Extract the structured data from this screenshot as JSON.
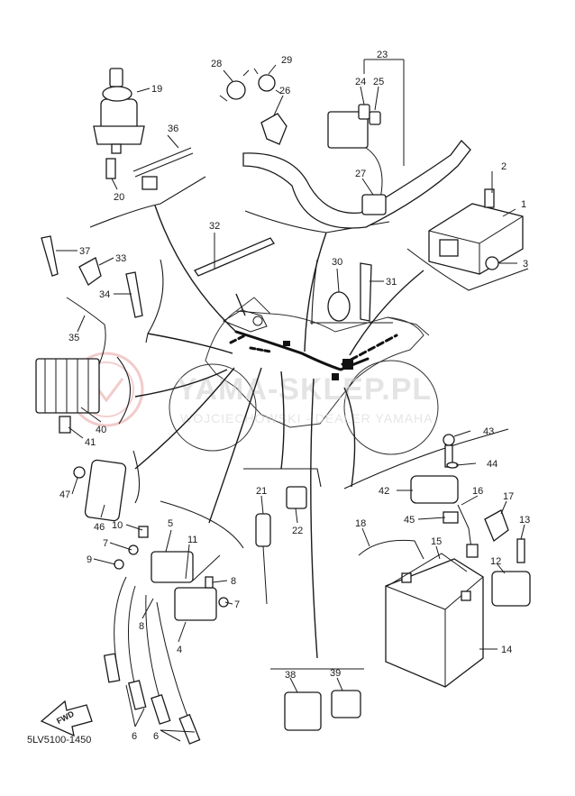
{
  "diagram": {
    "parts": [
      {
        "id": "1",
        "label": "1"
      },
      {
        "id": "2",
        "label": "2"
      },
      {
        "id": "3",
        "label": "3"
      },
      {
        "id": "4",
        "label": "4"
      },
      {
        "id": "5",
        "label": "5"
      },
      {
        "id": "6a",
        "label": "6"
      },
      {
        "id": "6b",
        "label": "6"
      },
      {
        "id": "7a",
        "label": "7"
      },
      {
        "id": "7b",
        "label": "7"
      },
      {
        "id": "8a",
        "label": "8"
      },
      {
        "id": "8b",
        "label": "8"
      },
      {
        "id": "9",
        "label": "9"
      },
      {
        "id": "10",
        "label": "10"
      },
      {
        "id": "11",
        "label": "11"
      },
      {
        "id": "12",
        "label": "12"
      },
      {
        "id": "13",
        "label": "13"
      },
      {
        "id": "14",
        "label": "14"
      },
      {
        "id": "15",
        "label": "15"
      },
      {
        "id": "16",
        "label": "16"
      },
      {
        "id": "17",
        "label": "17"
      },
      {
        "id": "18",
        "label": "18"
      },
      {
        "id": "19",
        "label": "19"
      },
      {
        "id": "20",
        "label": "20"
      },
      {
        "id": "21",
        "label": "21"
      },
      {
        "id": "22",
        "label": "22"
      },
      {
        "id": "23",
        "label": "23"
      },
      {
        "id": "24",
        "label": "24"
      },
      {
        "id": "25",
        "label": "25"
      },
      {
        "id": "26",
        "label": "26"
      },
      {
        "id": "27",
        "label": "27"
      },
      {
        "id": "28",
        "label": "28"
      },
      {
        "id": "29",
        "label": "29"
      },
      {
        "id": "30",
        "label": "30"
      },
      {
        "id": "31",
        "label": "31"
      },
      {
        "id": "32",
        "label": "32"
      },
      {
        "id": "33",
        "label": "33"
      },
      {
        "id": "34",
        "label": "34"
      },
      {
        "id": "35",
        "label": "35"
      },
      {
        "id": "36",
        "label": "36"
      },
      {
        "id": "37",
        "label": "37"
      },
      {
        "id": "38",
        "label": "38"
      },
      {
        "id": "39",
        "label": "39"
      },
      {
        "id": "40",
        "label": "40"
      },
      {
        "id": "41",
        "label": "41"
      },
      {
        "id": "42",
        "label": "42"
      },
      {
        "id": "43",
        "label": "43"
      },
      {
        "id": "44",
        "label": "44"
      },
      {
        "id": "45",
        "label": "45"
      },
      {
        "id": "46",
        "label": "46"
      },
      {
        "id": "47",
        "label": "47"
      }
    ],
    "fwd_label": "FWD",
    "diagram_code": "5LV5100-1450"
  },
  "watermark": {
    "main": "YAMA-SKLEP.PL",
    "sub": "WOJCIECHOWSKI - DEALER YAMAHA"
  },
  "colors": {
    "ink": "#1a1a1a",
    "watermark_red": "#e8a0a0",
    "watermark_gray": "#cfcfcf"
  }
}
